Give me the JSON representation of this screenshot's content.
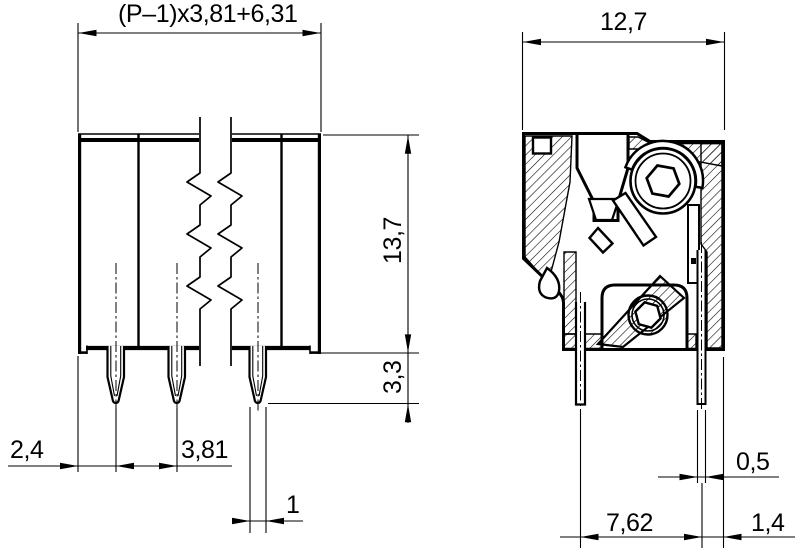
{
  "drawing": {
    "background_color": "#ffffff",
    "line_color": "#000000",
    "front_view": {
      "dim_total_width": "(P–1)x3,81+6,31",
      "dim_body_height": "13,7",
      "dim_pin_length": "3,3",
      "dim_edge_to_pin": "2,4",
      "dim_pitch": "3,81",
      "dim_pin_width": "1"
    },
    "side_view": {
      "dim_depth": "12,7",
      "dim_pin_thickness": "0,5",
      "dim_pin_offset": "7,62",
      "dim_pin_to_edge": "1,4"
    }
  }
}
